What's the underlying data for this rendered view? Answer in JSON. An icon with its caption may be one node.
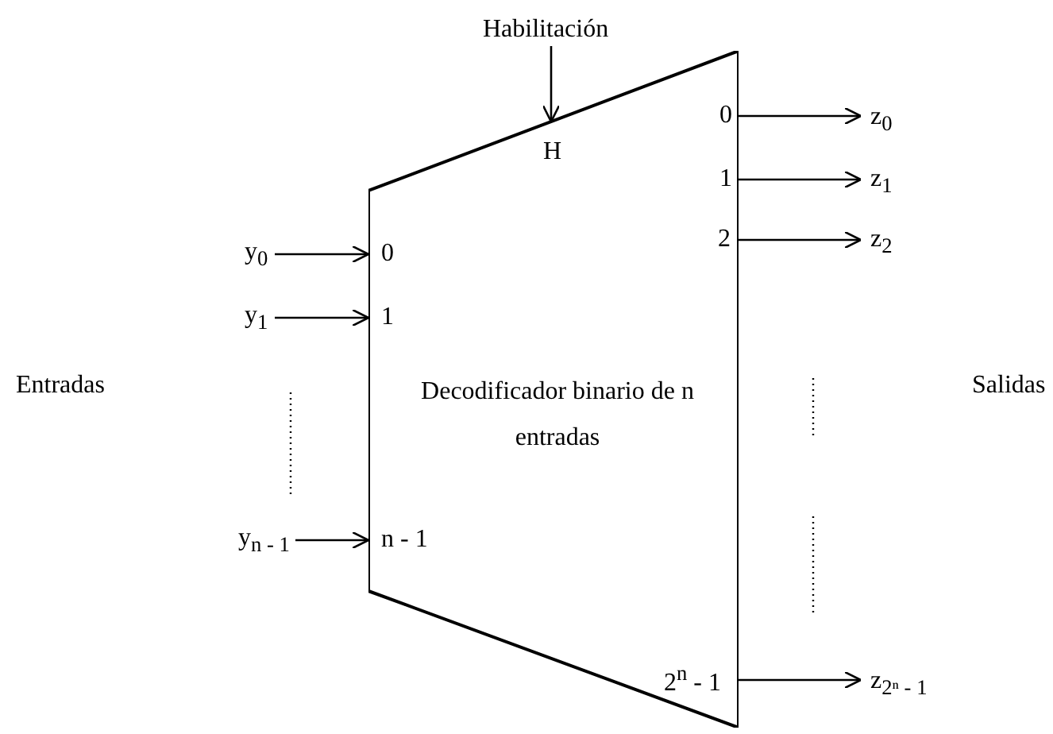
{
  "diagram": {
    "nodes": [
      {
        "text": [
          "Habilitación"
        ]
      },
      {
        "text": [
          "Decodificador binario de n entradas"
        ]
      },
      {
        "text": [
          "y$_{0}$"
        ]
      },
      {
        "text": [
          "y$_{1}$"
        ]
      },
      {
        "text": [
          "y$_{n - 1}$"
        ]
      },
      {
        "text": [
          "z$_{0}$"
        ]
      },
      {
        "text": [
          "z$_{1}$"
        ]
      },
      {
        "text": [
          "z$_{2}$"
        ]
      },
      {
        "text": [
          "z$_{2ⁿ - 1}$"
        ]
      }
    ],
    "edges": [
      {
        "from": 0,
        "to": 1,
        "arrow": "to"
      },
      {
        "from": 2,
        "to": 1,
        "arrow": "to"
      },
      {
        "from": 3,
        "to": 1,
        "arrow": "to"
      },
      {
        "from": 4,
        "to": 1,
        "arrow": "to"
      },
      {
        "from": 1,
        "to": 5,
        "arrow": "to"
      },
      {
        "from": 1,
        "to": 6,
        "arrow": "to"
      },
      {
        "from": 1,
        "to": 7,
        "arrow": "to"
      },
      {
        "from": 1,
        "to": 8,
        "arrow": "to"
      }
    ],
    "labels": [
      "H",
      "0",
      "0",
      "1",
      "1",
      "2",
      "Entradas",
      "Salidas",
      "n - 1",
      "2$^{n}$ - 1"
    ]
  }
}
